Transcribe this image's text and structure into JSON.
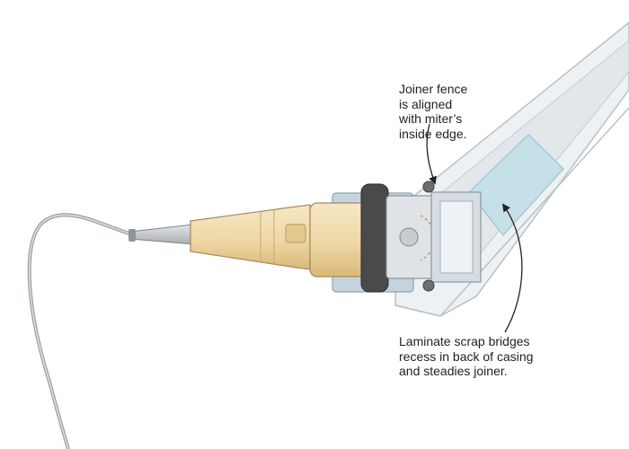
{
  "labels": {
    "fence_note": [
      "Joiner fence",
      "is aligned",
      "with miter’s",
      "inside edge."
    ],
    "scrap_note": [
      "Laminate scrap bridges",
      "recess in back of casing",
      "and steadies joiner."
    ]
  },
  "colors": {
    "casing": "#e9edf0",
    "casing_edge": "#b9c1c8",
    "laminate_scrap": "#c5e0e7",
    "joiner_body": "#efd8a6",
    "joiner_body_dark": "#d9b978",
    "motor_grey": "#c7cacd",
    "knob": "#4a4a4a",
    "fence_plate": "#c4d4de",
    "cord": "#9aa0a5",
    "text": "#222222"
  },
  "icons": [
    "biscuit-joiner",
    "power-cord",
    "casing-miter",
    "laminate-scrap",
    "fence-knob",
    "callout-arrow"
  ]
}
